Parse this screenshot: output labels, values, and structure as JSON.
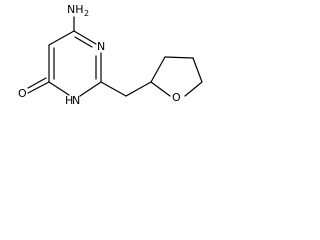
{
  "molecule": {
    "labels": {
      "amine": "NH",
      "amine_subscript": "2",
      "ring_n_top": "N",
      "ring_nh": "H",
      "ring_n_bottom": "N",
      "carbonyl_oxygen": "O",
      "ether_oxygen": "O"
    }
  }
}
